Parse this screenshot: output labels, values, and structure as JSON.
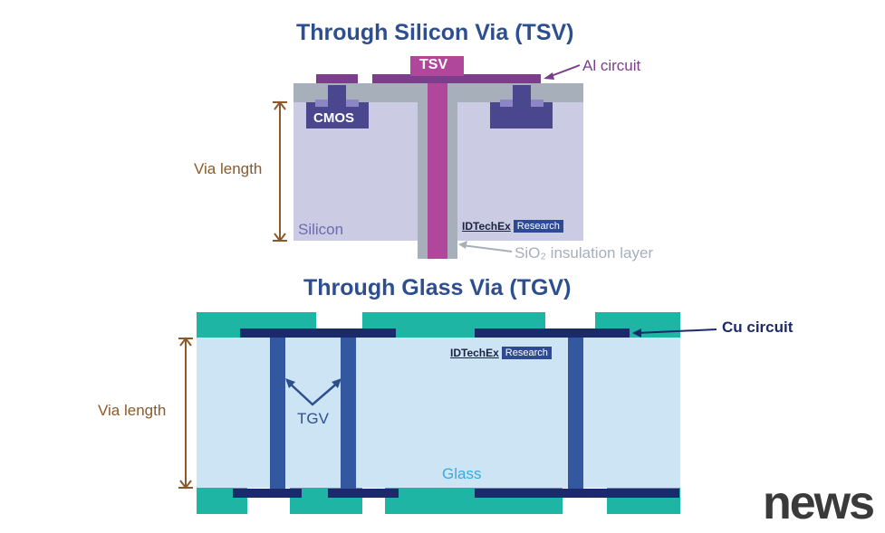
{
  "tsv": {
    "title": "Through Silicon Via (TSV)",
    "via_label": "TSV",
    "al_circuit": "Al circuit",
    "cmos": "CMOS",
    "via_length": "Via length",
    "silicon": "Silicon",
    "insulation": "SiO₂ insulation layer",
    "watermark_name": "IDTechEx",
    "watermark_tag": "Research"
  },
  "tgv": {
    "title": "Through Glass Via (TGV)",
    "cu_circuit": "Cu circuit",
    "via_length": "Via length",
    "tgv_label": "TGV",
    "glass": "Glass",
    "watermark_name": "IDTechEx",
    "watermark_tag": "Research"
  },
  "corner_logo": "news",
  "colors": {
    "title": "#2e4f8f",
    "silicon": "#cbcbe3",
    "oxide": "#a7afbb",
    "tsv_via": "#b0479b",
    "cmos": "#4a478f",
    "glass": "#cde4f5",
    "glass_pad": "#1fb5a4",
    "cu_line": "#1c2a6b",
    "tgv_via": "#34589f",
    "via_length": "#8b5a2b",
    "glass_text": "#39a9e0"
  }
}
